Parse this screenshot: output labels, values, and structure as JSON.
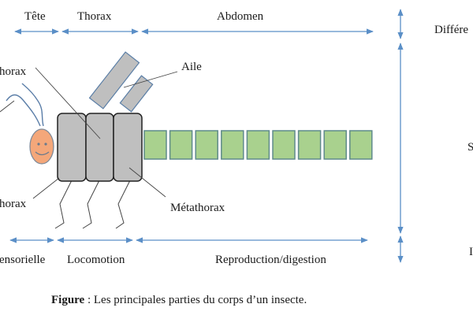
{
  "diagram": {
    "top_labels": {
      "head": "Tête",
      "thorax": "Thorax",
      "abdomen": "Abdomen"
    },
    "part_labels": {
      "prothorax_partial": "horax",
      "mesothorax_partial": "horax",
      "wing": "Aile",
      "metathorax": "Métathorax"
    },
    "bottom_labels": {
      "sensory_partial": "ensorielle",
      "locomotion": "Locomotion",
      "reproduction": "Reproduction/digestion"
    },
    "right_labels": {
      "top_partial": "Différe",
      "middle_partial": "S",
      "bottom_partial": "I"
    },
    "abdomen_segment_count": 9,
    "colors": {
      "arrow": "#5b8fc7",
      "thorax_fill": "#bfbfbf",
      "thorax_stroke": "#222222",
      "wing_fill": "#bfbfbf",
      "wing_stroke": "#5a7ea6",
      "abdomen_fill": "#a9d18e",
      "abdomen_stroke": "#5f8a8b",
      "head_fill": "#f4a77a",
      "head_stroke": "#7f8a99",
      "antenna": "#5b7ea8"
    }
  },
  "caption": {
    "bold": "Figure",
    "text": " : Les principales parties du corps d’un insecte."
  }
}
